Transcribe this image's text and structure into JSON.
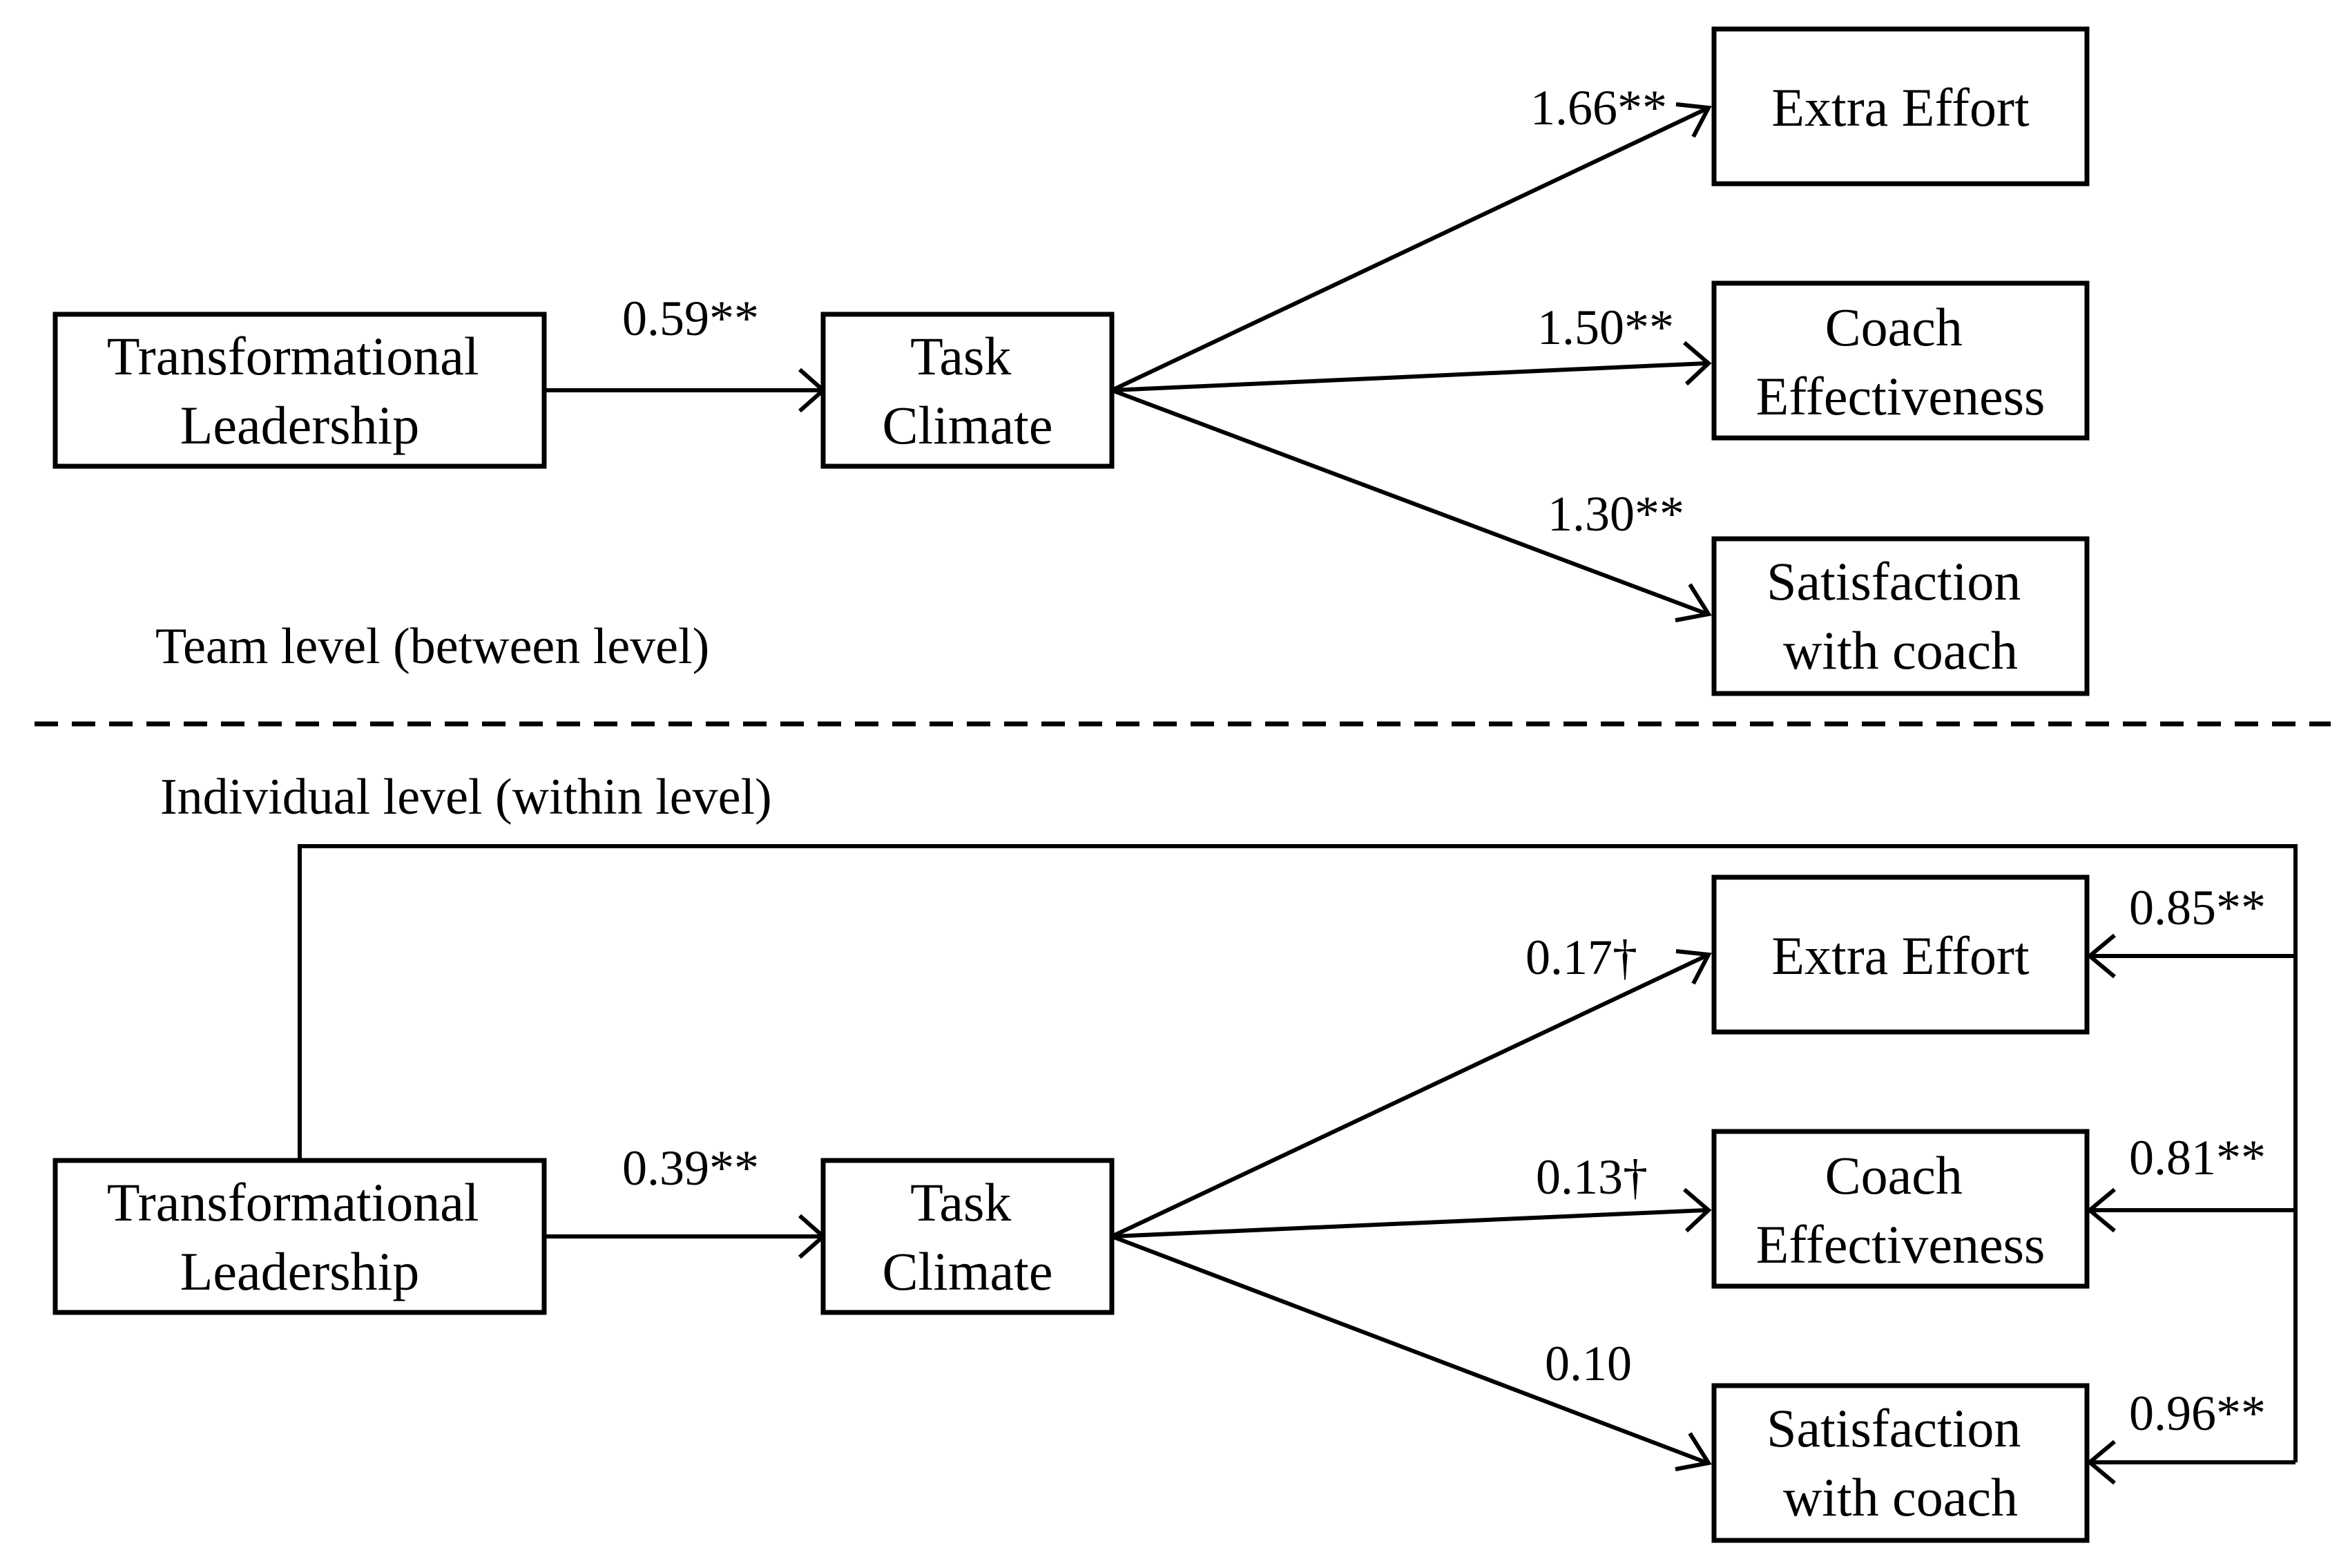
{
  "team_level": {
    "caption": "Team level (between level)",
    "nodes": {
      "transformational_leadership": [
        "Transformational",
        "Leadership"
      ],
      "task_climate": [
        "Task",
        "Climate"
      ],
      "extra_effort": [
        "Extra Effort"
      ],
      "coach_effectiveness": [
        "Coach",
        "Effectiveness"
      ],
      "satisfaction_with_coach": [
        "Satisfaction",
        "with coach"
      ]
    },
    "paths": {
      "tl_to_tc": "0.59**",
      "tc_to_extra_effort": "1.66**",
      "tc_to_coach_effectiveness": "1.50**",
      "tc_to_satisfaction": "1.30**"
    }
  },
  "individual_level": {
    "caption": "Individual level (within level)",
    "nodes": {
      "transformational_leadership": [
        "Transformational",
        "Leadership"
      ],
      "task_climate": [
        "Task",
        "Climate"
      ],
      "extra_effort": [
        "Extra Effort"
      ],
      "coach_effectiveness": [
        "Coach",
        "Effectiveness"
      ],
      "satisfaction_with_coach": [
        "Satisfaction",
        "with coach"
      ]
    },
    "paths": {
      "tl_to_tc": "0.39**",
      "tc_to_extra_effort": "0.17†",
      "tc_to_coach_effectiveness": "0.13†",
      "tc_to_satisfaction": "0.10",
      "tl_to_extra_effort": "0.85**",
      "tl_to_coach_effectiveness": "0.81**",
      "tl_to_satisfaction": "0.96**"
    }
  }
}
